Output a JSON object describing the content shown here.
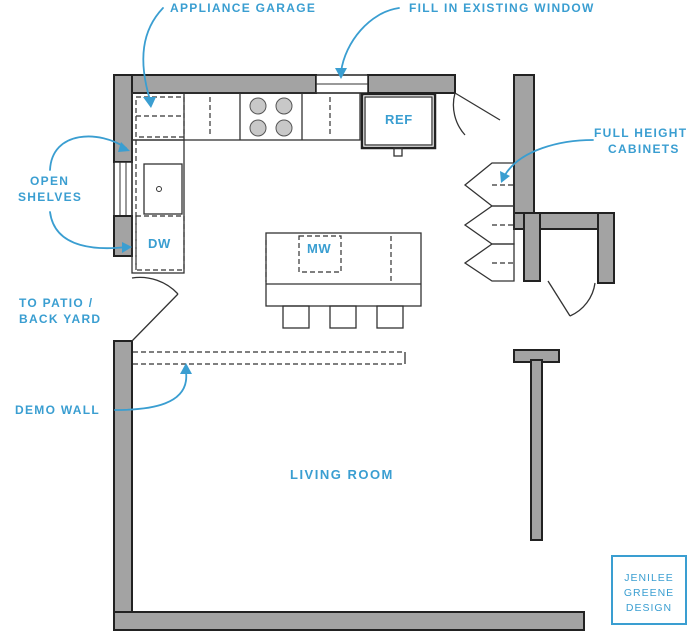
{
  "labels": {
    "appliance_garage": "APPLIANCE GARAGE",
    "fill_window": "FILL IN EXISTING WINDOW",
    "open_shelves_1": "OPEN",
    "open_shelves_2": "SHELVES",
    "full_height_1": "FULL HEIGHT",
    "full_height_2": "CABINETS",
    "patio_1": "TO PATIO /",
    "patio_2": "BACK YARD",
    "demo_wall": "DEMO WALL",
    "living_room": "LIVING ROOM"
  },
  "fixtures": {
    "ref": "REF",
    "dw": "DW",
    "mw": "MW"
  },
  "logo": {
    "line1": "JENILEE",
    "line2": "GREENE",
    "line3": "DESIGN"
  },
  "colors": {
    "accent": "#3a9ed1",
    "wall": "#a3a3a3"
  }
}
